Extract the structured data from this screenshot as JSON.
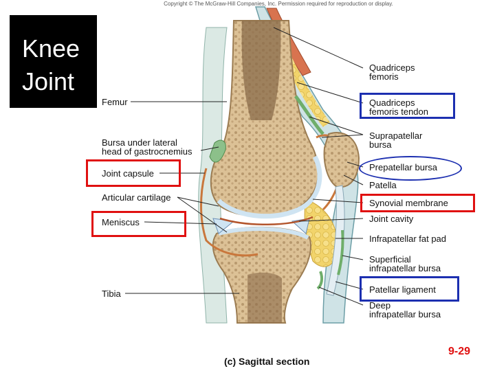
{
  "copyright": "Copyright © The McGraw-Hill Companies, Inc. Permission required for reproduction or display.",
  "title": {
    "line1": "Knee",
    "line2": "Joint"
  },
  "labels_left": {
    "femur": "Femur",
    "bursa_lat_1": "Bursa under lateral",
    "bursa_lat_2": "head of gastrocnemius",
    "joint_capsule": "Joint capsule",
    "articular_cartilage": "Articular cartilage",
    "meniscus": "Meniscus",
    "tibia": "Tibia"
  },
  "labels_right": {
    "quadriceps_1": "Quadriceps",
    "quadriceps_2": "femoris",
    "quad_tendon_1": "Quadriceps",
    "quad_tendon_2": "femoris tendon",
    "suprapatellar_1": "Suprapatellar",
    "suprapatellar_2": "bursa",
    "prepatellar": "Prepatellar bursa",
    "patella": "Patella",
    "synovial": "Synovial membrane",
    "joint_cavity": "Joint cavity",
    "infrapatellar_fat": "Infrapatellar fat pad",
    "superficial_1": "Superficial",
    "superficial_2": "infrapatellar bursa",
    "patellar_lig": "Patellar ligament",
    "deep_1": "Deep",
    "deep_2": "infrapatellar bursa"
  },
  "caption": "(c)  Sagittal section",
  "slide_number": "9-29",
  "colors": {
    "red_highlight": "#e01010",
    "blue_highlight": "#1c2fb0",
    "bone": "#e9d3a6",
    "marrow": "#9c7f5c",
    "fat": "#f4d86a",
    "capsule": "#c9773c"
  }
}
